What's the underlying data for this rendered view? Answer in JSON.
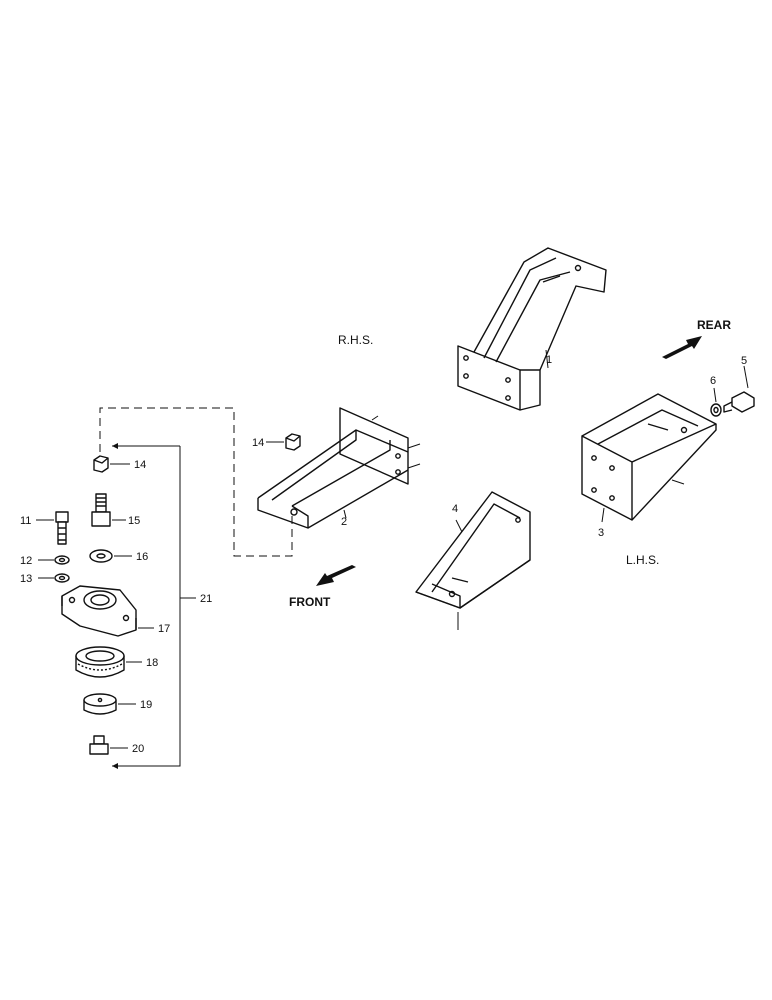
{
  "headings": {
    "rhs": "R.H.S.",
    "lhs": "L.H.S."
  },
  "directions": {
    "rear": "REAR",
    "front": "FRONT"
  },
  "callouts": {
    "p1": "1",
    "p2": "2",
    "p3": "3",
    "p4": "4",
    "p5": "5",
    "p6": "6",
    "p11": "11",
    "p12": "12",
    "p13": "13",
    "p14a": "14",
    "p14b": "14",
    "p15": "15",
    "p16": "16",
    "p17": "17",
    "p18": "18",
    "p19": "19",
    "p20": "20",
    "p21": "21"
  }
}
